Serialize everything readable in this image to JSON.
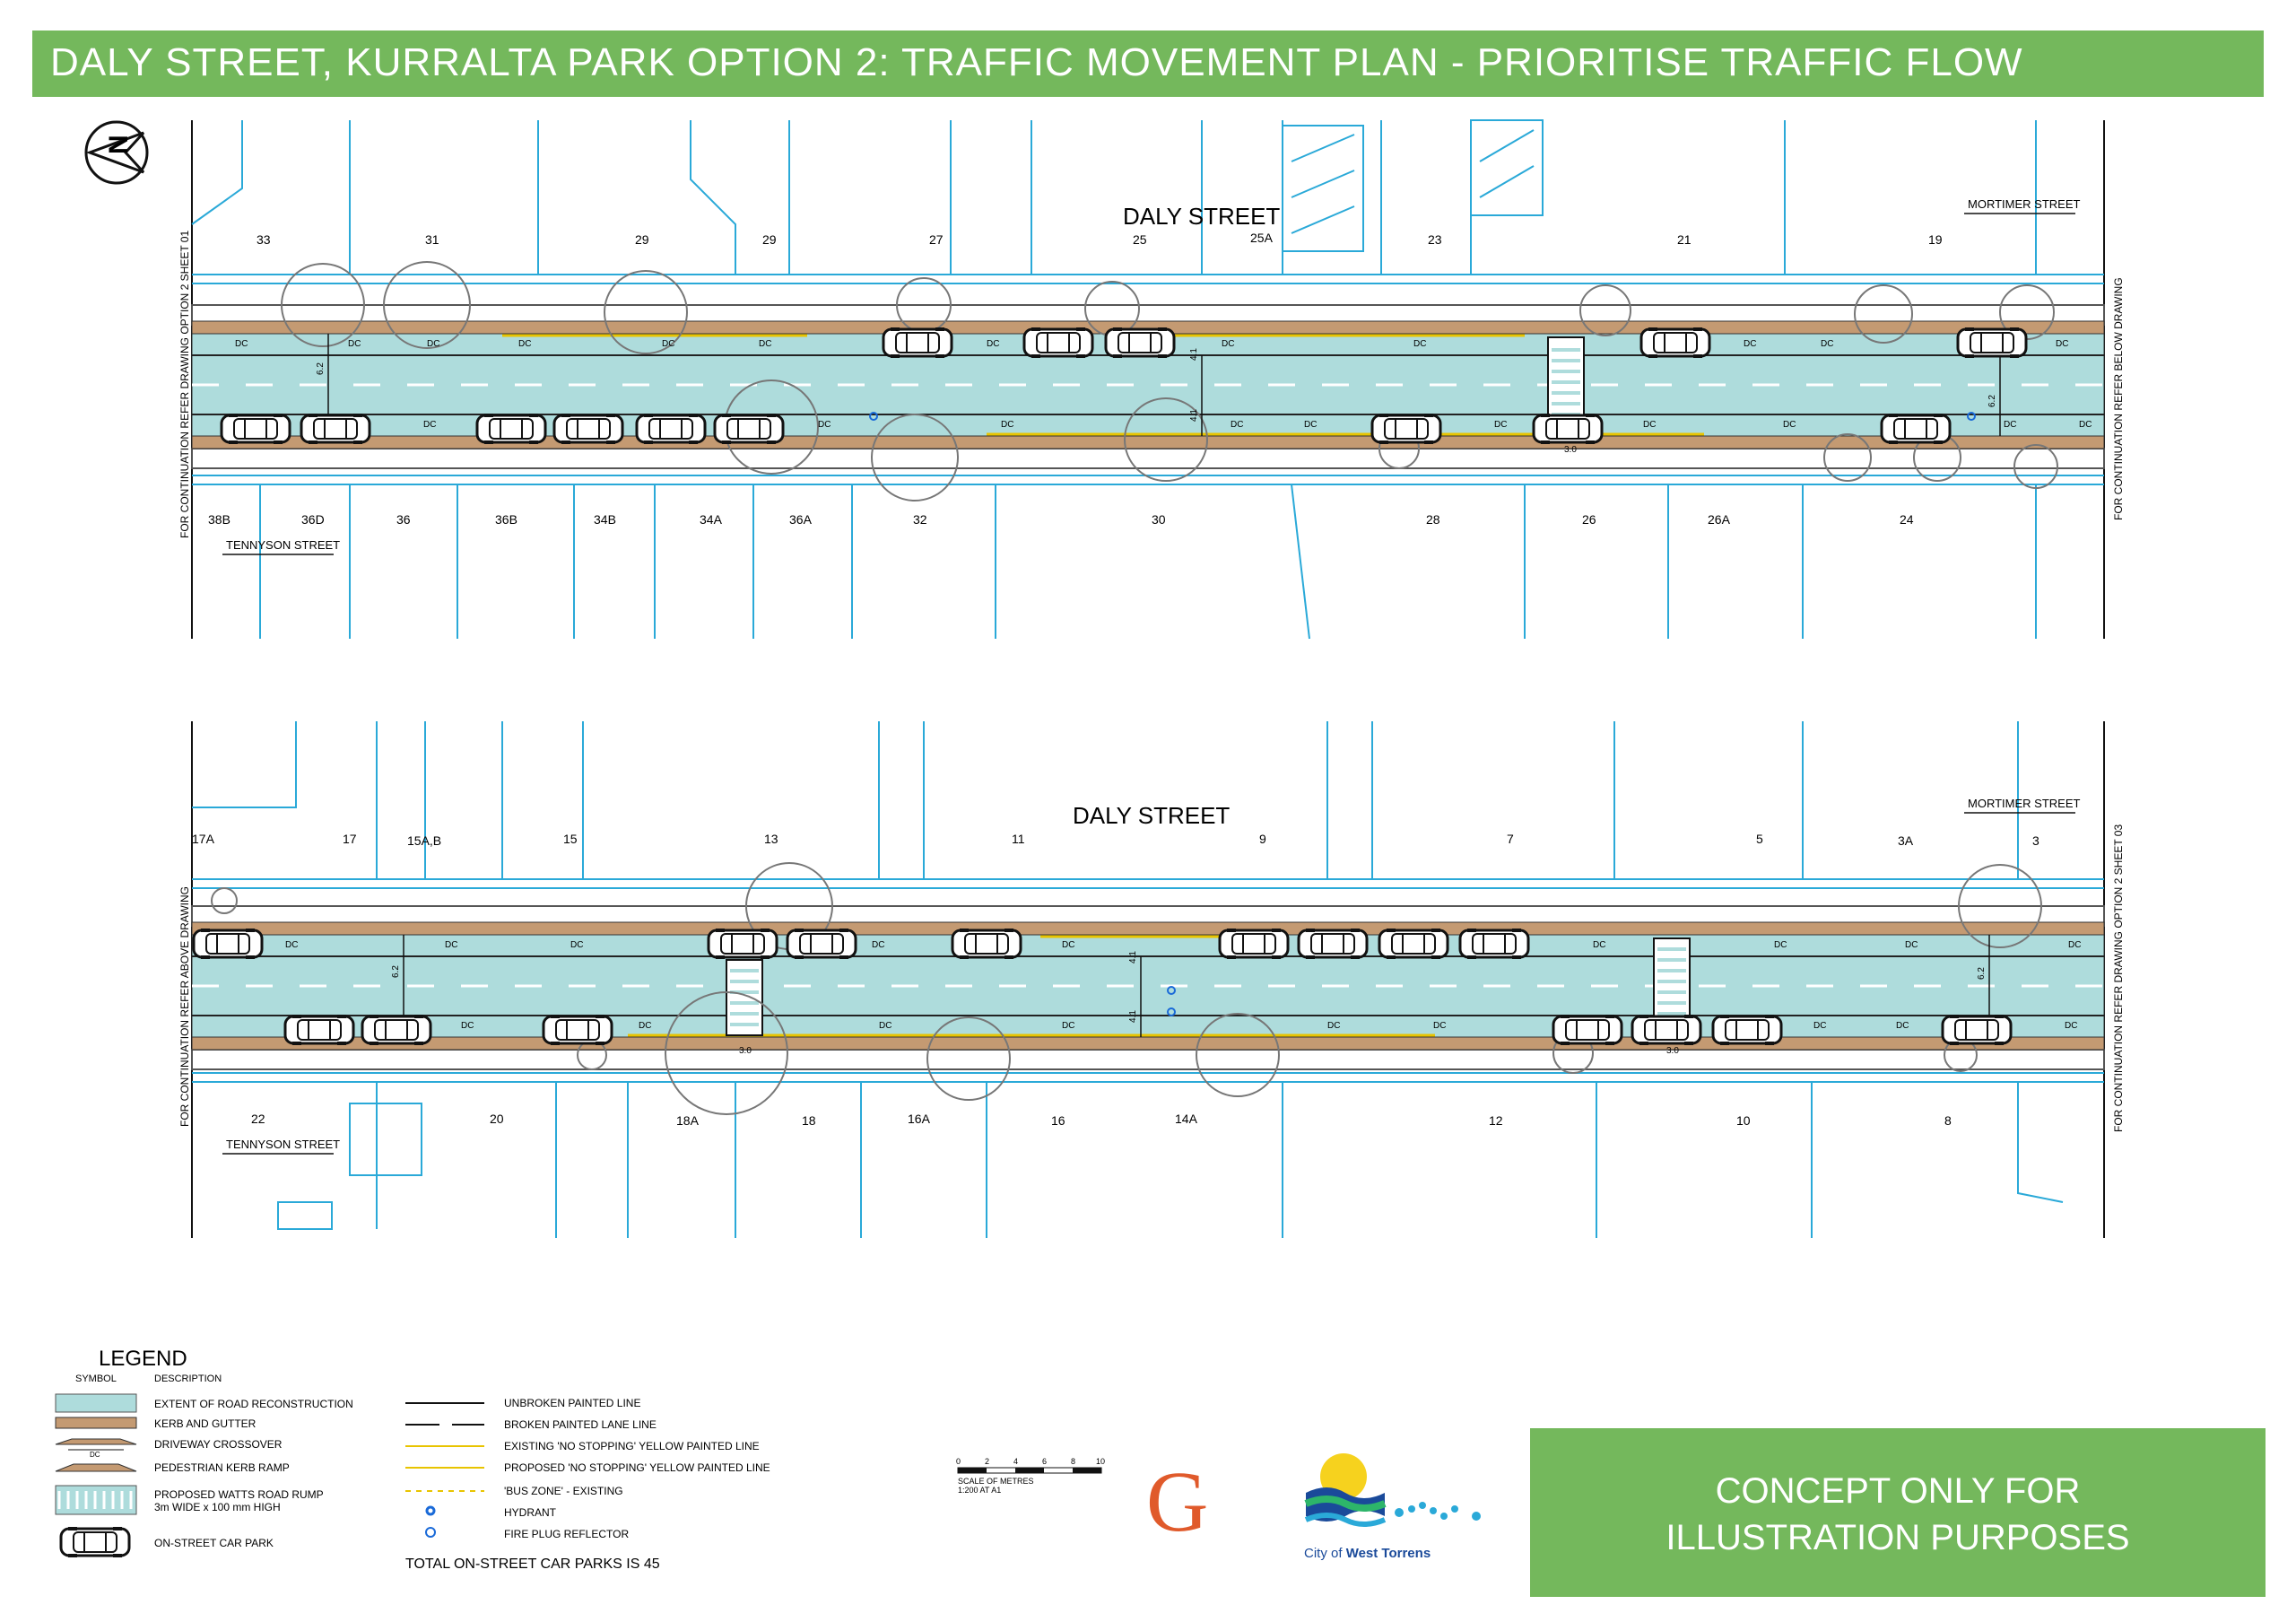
{
  "title": "DALY STREET, KURRALTA PARK OPTION 2:  TRAFFIC MOVEMENT PLAN - PRIORITISE TRAFFIC FLOW",
  "north_arrow_label": "N",
  "sheet_top": {
    "street_name": "DALY STREET",
    "north_lots": [
      "33",
      "31",
      "29",
      "29",
      "27",
      "25",
      "25A",
      "23",
      "21",
      "19"
    ],
    "south_lots": [
      "38B",
      "36D",
      "36",
      "36B",
      "34B",
      "34A",
      "36A",
      "32",
      "30",
      "28",
      "26",
      "26A",
      "24"
    ],
    "cross_street_left": "TENNYSON STREET",
    "cross_street_right": "MORTIMER STREET",
    "continuation_left": "FOR CONTINUATION REFER DRAWING OPTION 2 SHEET 01",
    "continuation_right": "FOR CONTINUATION REFER BELOW DRAWING",
    "dims": [
      "6.2",
      "4.1",
      "4.1",
      "6.2",
      "3.0"
    ]
  },
  "sheet_bottom": {
    "street_name": "DALY STREET",
    "north_lots": [
      "17A",
      "17",
      "15A,B",
      "15",
      "13",
      "11",
      "9",
      "7",
      "5",
      "3A",
      "3"
    ],
    "south_lots": [
      "22",
      "20",
      "18A",
      "18",
      "16A",
      "16",
      "14A",
      "12",
      "10",
      "8"
    ],
    "cross_street_left": "TENNYSON STREET",
    "cross_street_right": "MORTIMER STREET",
    "continuation_left": "FOR CONTINUATION REFER ABOVE DRAWING",
    "continuation_right": "FOR CONTINUATION REFER DRAWING OPTION 2 SHEET 03",
    "dims": [
      "6.2",
      "4.1",
      "4.1",
      "6.2",
      "3.0",
      "3.0"
    ]
  },
  "driveway_label": "DC",
  "legend": {
    "title": "LEGEND",
    "col_symbol": "SYMBOL",
    "col_description": "DESCRIPTION",
    "items_left": [
      "EXTENT OF ROAD RECONSTRUCTION",
      "KERB AND GUTTER",
      "DRIVEWAY CROSSOVER",
      "PEDESTRIAN KERB RAMP",
      "PROPOSED WATTS ROAD RUMP",
      "3m WIDE x 100 mm HIGH",
      "ON-STREET CAR PARK"
    ],
    "items_right": [
      "UNBROKEN PAINTED LINE",
      "BROKEN PAINTED LANE LINE",
      "EXISTING 'NO STOPPING' YELLOW PAINTED LINE",
      "PROPOSED 'NO STOPPING' YELLOW PAINTED LINE",
      "'BUS ZONE' - EXISTING",
      "HYDRANT",
      "FIRE PLUG REFLECTOR"
    ],
    "total": "TOTAL ON-STREET CAR PARKS IS 45"
  },
  "scale_bar": {
    "ticks": [
      "0",
      "2",
      "4",
      "6",
      "8",
      "10"
    ],
    "line1": "SCALE OF METRES",
    "line2": "1:200 AT A1"
  },
  "logo_g": "G",
  "council_name_1": "City of ",
  "council_name_2": "West Torrens",
  "concept_line1": "CONCEPT ONLY FOR",
  "concept_line2": "ILLUSTRATION PURPOSES",
  "colors": {
    "title_bar": "#74b85c",
    "road": "#aedcdc",
    "kerb": "#c49a72",
    "boundary": "#2aa9d8",
    "yellow_line": "#e8c400"
  }
}
